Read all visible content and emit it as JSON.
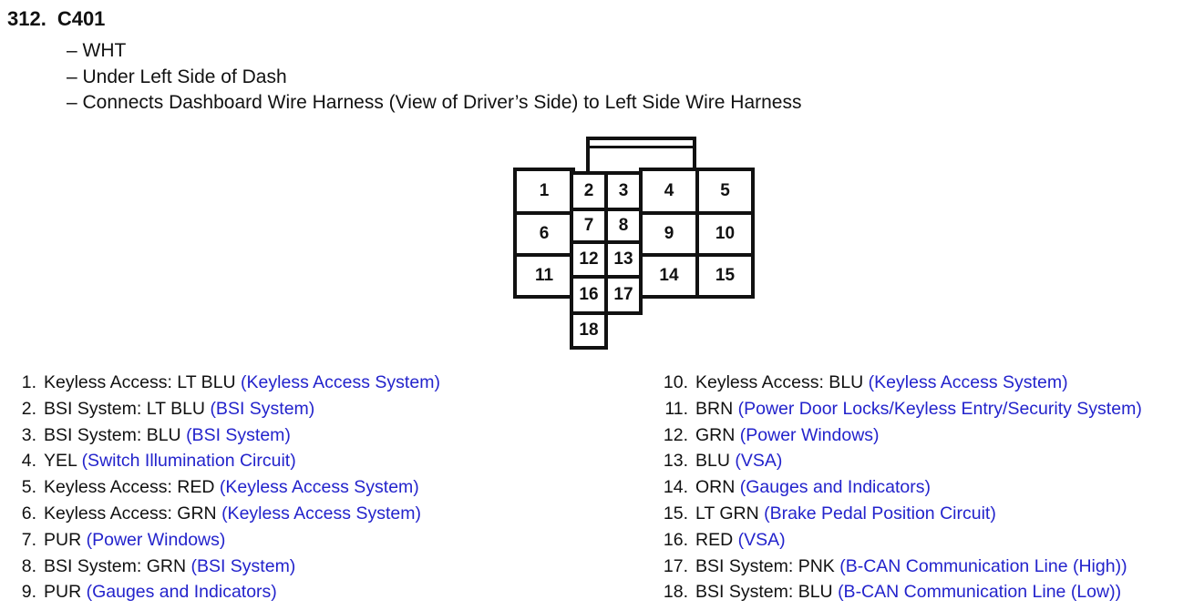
{
  "header": {
    "item_number": "312.",
    "connector_id": "C401",
    "details": [
      "– WHT",
      "– Under Left Side of Dash",
      "– Connects Dashboard Wire Harness (View of Driver’s Side) to Left Side Wire Harness"
    ]
  },
  "connector": {
    "pins": [
      "1",
      "2",
      "3",
      "4",
      "5",
      "6",
      "7",
      "8",
      "9",
      "10",
      "11",
      "12",
      "13",
      "14",
      "15",
      "16",
      "17",
      "18"
    ]
  },
  "pin_list": [
    {
      "num": "1.",
      "desc": "Keyless Access: LT BLU",
      "ref": "(Keyless Access System)"
    },
    {
      "num": "2.",
      "desc": "BSI System: LT BLU",
      "ref": "(BSI System)"
    },
    {
      "num": "3.",
      "desc": "BSI System: BLU",
      "ref": "(BSI System)"
    },
    {
      "num": "4.",
      "desc": "YEL",
      "ref": "(Switch Illumination Circuit)"
    },
    {
      "num": "5.",
      "desc": "Keyless Access: RED",
      "ref": "(Keyless Access System)"
    },
    {
      "num": "6.",
      "desc": "Keyless Access: GRN",
      "ref": "(Keyless Access System)"
    },
    {
      "num": "7.",
      "desc": "PUR",
      "ref": "(Power Windows)"
    },
    {
      "num": "8.",
      "desc": "BSI System: GRN",
      "ref": "(BSI System)"
    },
    {
      "num": "9.",
      "desc": "PUR",
      "ref": "(Gauges and Indicators)"
    },
    {
      "num": "10.",
      "desc": "Keyless Access: BLU",
      "ref": "(Keyless Access System)"
    },
    {
      "num": "11.",
      "desc": "BRN",
      "ref": "(Power Door Locks/Keyless Entry/Security System)"
    },
    {
      "num": "12.",
      "desc": "GRN",
      "ref": "(Power Windows)"
    },
    {
      "num": "13.",
      "desc": "BLU",
      "ref": "(VSA)"
    },
    {
      "num": "14.",
      "desc": "ORN",
      "ref": "(Gauges and Indicators)"
    },
    {
      "num": "15.",
      "desc": "LT GRN",
      "ref": "(Brake Pedal Position Circuit)"
    },
    {
      "num": "16.",
      "desc": "RED",
      "ref": "(VSA)"
    },
    {
      "num": "17.",
      "desc": "BSI System: PNK",
      "ref": "(B-CAN Communication Line (High))"
    },
    {
      "num": "18.",
      "desc": "BSI System: BLU",
      "ref": "(B-CAN Communication Line (Low))"
    }
  ],
  "colors": {
    "text": "#111111",
    "reference_link": "#2323cc",
    "outline": "#111111"
  }
}
